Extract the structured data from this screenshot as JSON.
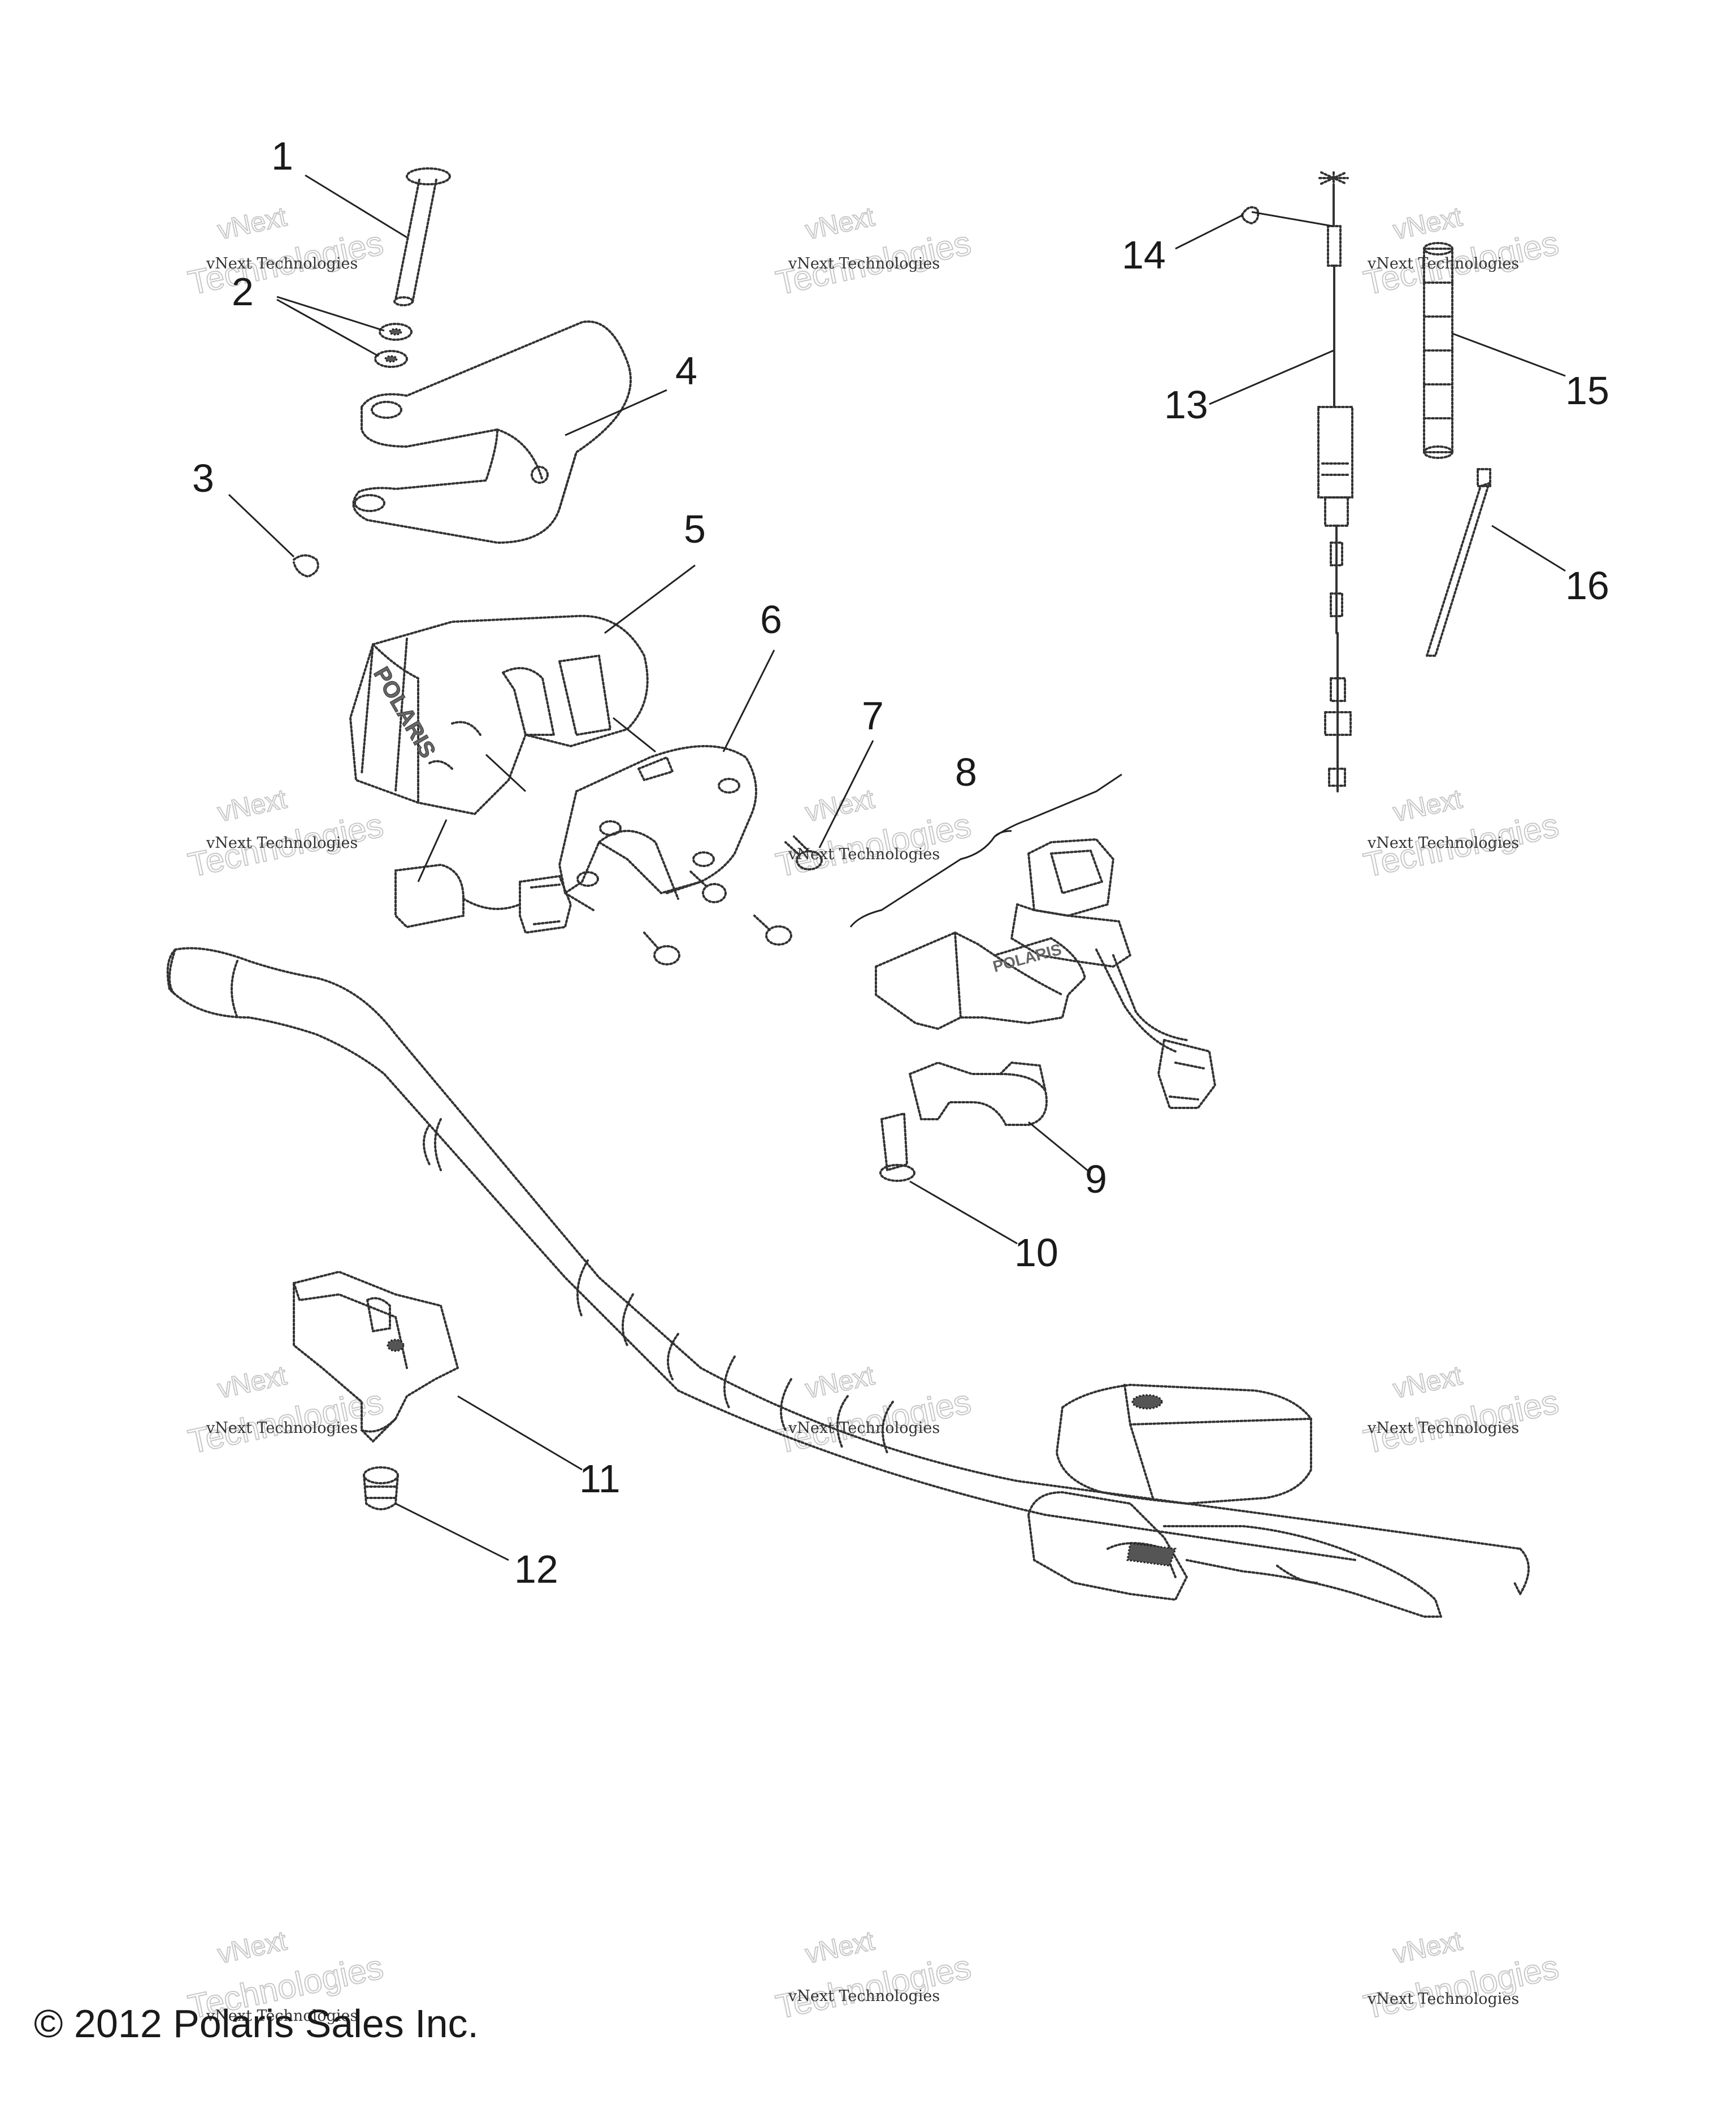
{
  "callouts": [
    "1",
    "2",
    "3",
    "4",
    "5",
    "6",
    "7",
    "8",
    "9",
    "10",
    "11",
    "12",
    "13",
    "14",
    "15",
    "16"
  ],
  "watermark": {
    "line1": "vNext Technologies",
    "line2": "Technologies",
    "line0": "vNext"
  },
  "copyright": "© 2012 Polaris Sales Inc."
}
